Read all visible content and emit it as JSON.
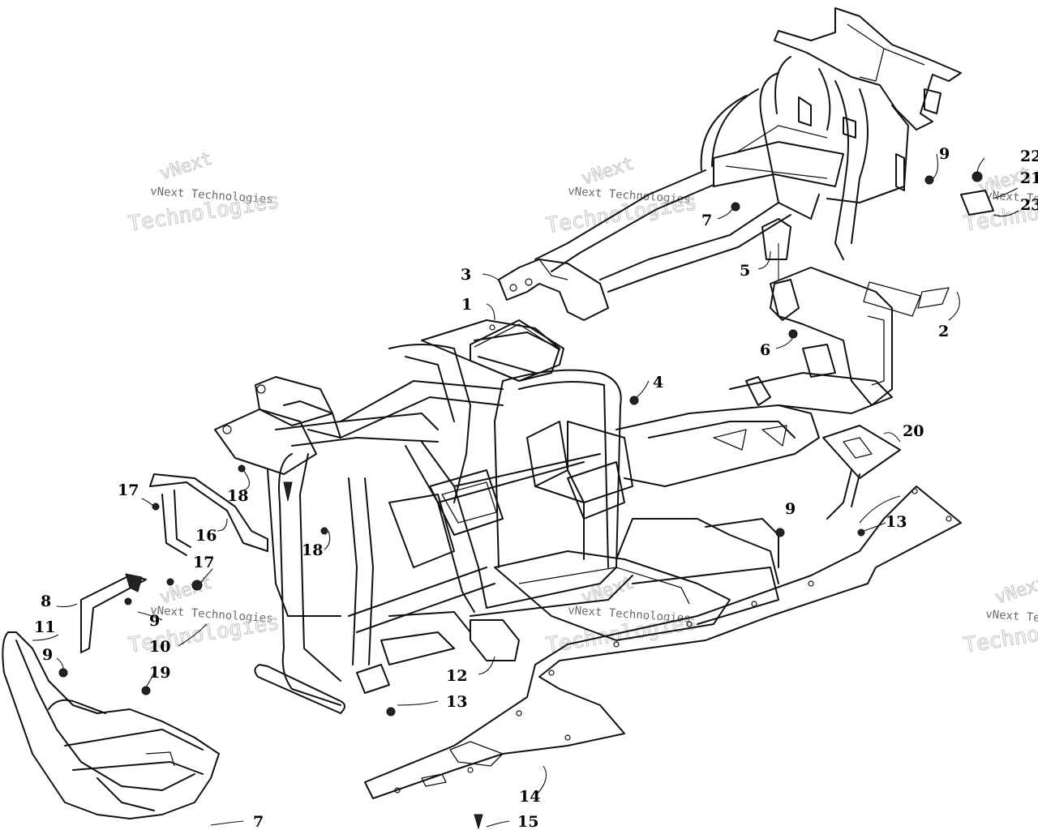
{
  "watermark": {
    "brand": "vNext Technologies",
    "line_a": "vNext",
    "line_b": "Technologies"
  },
  "callouts": {
    "p1": "1",
    "p2": "2",
    "p3": "3",
    "p4": "4",
    "p5": "5",
    "p6": "6",
    "p7a": "7",
    "p7b": "7",
    "p8": "8",
    "p9a": "9",
    "p9b": "9",
    "p9c": "9",
    "p9d": "9",
    "p10": "10",
    "p11": "11",
    "p12": "12",
    "p13a": "13",
    "p13b": "13",
    "p14": "14",
    "p15": "15",
    "p16": "16",
    "p17a": "17",
    "p17b": "17",
    "p18a": "18",
    "p18b": "18",
    "p19": "19",
    "p20": "20",
    "p21": "21",
    "p22": "22",
    "p23": "23"
  }
}
